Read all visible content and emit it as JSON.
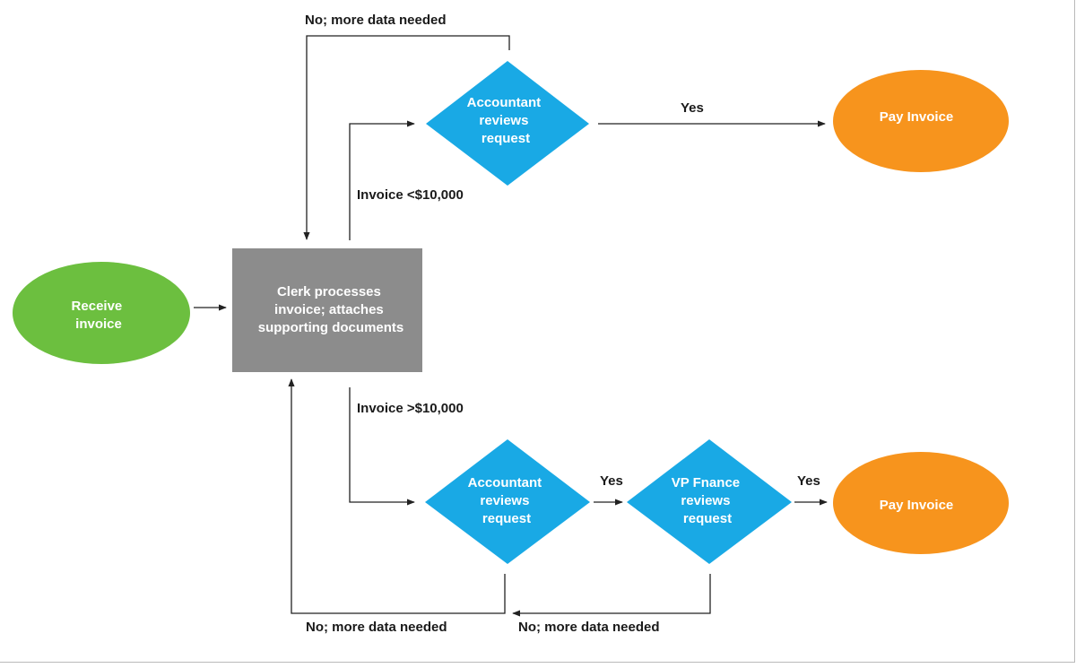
{
  "colors": {
    "start": "#6cbf3f",
    "process": "#8c8c8c",
    "decision": "#19a9e5",
    "end": "#f7941d",
    "line": "#222222"
  },
  "nodes": {
    "receive": [
      "Receive",
      "invoice"
    ],
    "clerk": [
      "Clerk processes",
      "invoice; attaches",
      "supporting documents"
    ],
    "acct_top": [
      "Accountant",
      "reviews",
      "request"
    ],
    "acct_bottom": [
      "Accountant",
      "reviews",
      "request"
    ],
    "vp": [
      "VP Fnance",
      "reviews",
      "request"
    ],
    "pay_top": [
      "Pay Invoice"
    ],
    "pay_bottom": [
      "Pay Invoice"
    ]
  },
  "edges": {
    "top_loop": "No; more data needed",
    "under_10k": "Invoice <$10,000",
    "over_10k": "Invoice >$10,000",
    "yes_top": "Yes",
    "yes_acct_vp": "Yes",
    "yes_vp_pay": "Yes",
    "bottom_loop_left": "No; more data needed",
    "bottom_loop_right": "No; more data needed"
  }
}
